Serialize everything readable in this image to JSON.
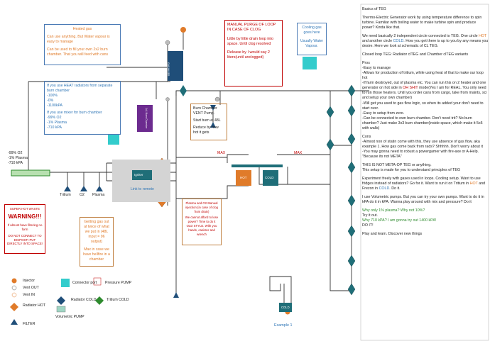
{
  "heated_gas": {
    "title": "Heated gas",
    "line1": "Can use anything. But Water vapour is easy to manage",
    "line2": "Can be used to fill your own 2x2 burn chamber. That you will feed with cans"
  },
  "heat_source": {
    "line1": "If you use HEAT radiators from separate burn chamber",
    "line2": "-100%",
    "line3": "-0%",
    "line4": "-1100kPA",
    "line5": "If you use mixer for burn chamber",
    "line6": "-99% O2",
    "line7": "-1% Plasma",
    "line8": "-710 kPA"
  },
  "manual_purge": {
    "title": "MANUAL PURGE OF LOOP IN CASE OF CLOG",
    "line1": "Little by little drain loop into space. Until clog resolved",
    "line2": "Release by I would say 2 liters(until unclogged)"
  },
  "cooling_gas": {
    "title": "Cooling gas goes here",
    "line1": "Usually Water Vapour."
  },
  "burn_vent": {
    "title": "Burn Chamber VENT Pump.",
    "line1": "Start burn at 48L",
    "line2": "Reduce by how hot it gets"
  },
  "mix_readout": {
    "o2": "-99% O2",
    "plasma": "-1% Plasma",
    "kpa": "-710 kPA"
  },
  "inputs": {
    "tritium": "Tritium",
    "o2": "O2",
    "plasma": "Plasma"
  },
  "igniter": {
    "label": "Igniter",
    "link": "Link to remote"
  },
  "super_hot": {
    "title": "SUPER HOT WASTE",
    "warning": "WARNING!!!",
    "line1": "If almost have filtering no form",
    "line2": "DO NOT CONNECT TO DISPOSTI PUT DIRECTLY INTO SPACE!"
  },
  "getting_gas": {
    "line1": "Getting gas out at twice of what we put in (48L input = 96 output)",
    "line2": "Max in case we have hellfire in a chamber"
  },
  "plasma_o2": {
    "line1": "Plasma and O2 Manual injection (in case of clog from drain)",
    "line2": "We cannot afford to lose power? Time to do it OLD STYLE. With you hands, canister and wrench"
  },
  "teg": {
    "hot": "HOT",
    "cold": "COLD",
    "max1": "MAX",
    "max2": "MAX"
  },
  "side_labels": {
    "gas_mixer": "GAS MIXER",
    "burn_chamber": "1x1 Burn Chamber"
  },
  "legend": {
    "injector": "Injector",
    "vent_out": "Vent OUT",
    "vent_in": "Vent IN",
    "radiator_hot": "Radiator HOT",
    "filter": "FILTER",
    "connector_port": "Connector port",
    "radiator_cold": "Radiator COLD",
    "volumetric_pump": "Volumetric PUMP",
    "pressure_pump": "Pressure PUMP",
    "tritium_cold": "Tritium COLD"
  },
  "example": {
    "cold": "COLD",
    "label": "Example 1"
  },
  "notes": {
    "title": "Basics of TEG",
    "p1": "Thermo-Electric Generator work by using temperature difference to spin turbine. Familiar with boiling water to make turbine spin and produce power? Kinda like that.",
    "p2a": "We need basically 2 independent circle connected to TEG. One circle ",
    "p2_hot": "HOT",
    "p2b": " and another circle ",
    "p2_cold": "COLD",
    "p2c": ". How you get there is up to you by any means you desire. Here we look at schematic of CL TEG.",
    "p3": "Closed loop TEG: Radiator clTEG and  Chamber clTEG variants",
    "pros_title": "Pros",
    "pros1": "-Easy to manage",
    "pros2": "-Allows for production of tritium, while using heat of that to make our loop hot",
    "pros3a": "-If farm destroyed, out of plasma etc. You can run this on 2 heater and one generator on hot side in ",
    "pros3_shit": "OH SHIT",
    "pros3b": " mode(Yes I am for REAL. You only need to run those heaters. Until you order cans from cargo, take from maints, sci and setup your own chamber)",
    "pros4": "-Will get you used to gas flow logic, so when its added your don't need to start over.",
    "pros5": "-Easy to setup from zero.",
    "pros6": "-Can be connected to own burn chamber. Don't need trit? No burn chamber? Just make 3x3 burn chamber(inside space, which make it 5x5 with walls)",
    "cons_title": "Cons",
    "cons1": "-Almost non of statin come with this, they use absence of gas flow. aka  example 1. How gas come back from rads? Shhhhh. Don't worry about it",
    "cons2": "-You may gonna need to robust a powergamer with fire-axe or A-Help. \"Because its not META\"",
    "p_meta": "THIS IS NOT META-OP TEG or anything.",
    "p_meta2": "This setup is made for you to understand principles of TEG",
    "p_exp1a": "Experiment freely with gases used in loops. Cooling setup. Want to use fridges instead of radiators? Go for it. Want to run it on Tritium in ",
    "p_exp1_hot": "HOT",
    "p_exp1b": " and Frezon in ",
    "p_exp1_cold": "COLD",
    "p_exp1c": ". Do it.",
    "p_exp2": "I use Volumetric pumps. But you can try your own pumps. Want to do it in kPA do it in kPA. Wanna play around with mix and pressure? Do it",
    "q1": "Why only 1% plasma? Why not 10%?",
    "q1a": "Try it out.",
    "q2": "Why 710 kPA? I am gonna try out 1400 kPA!",
    "q2a": "DO IT!",
    "end": "Play and learn. Discover new things"
  }
}
